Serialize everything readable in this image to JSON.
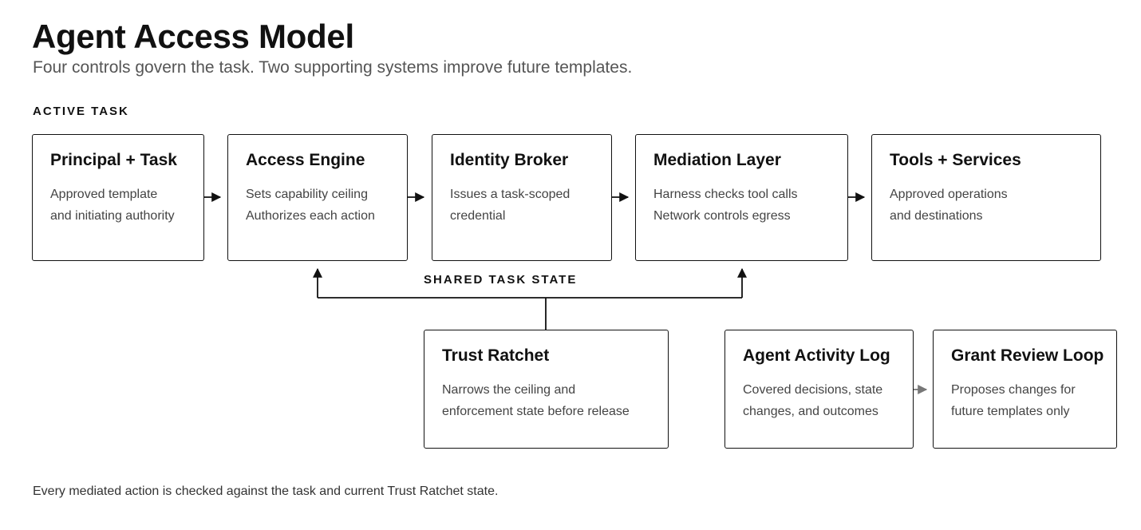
{
  "header": {
    "title": "Agent Access Model",
    "subtitle": "Four controls govern the task. Two supporting systems improve future templates."
  },
  "sections": {
    "active_task": "ACTIVE TASK",
    "shared_task_state": "SHARED TASK STATE"
  },
  "nodes": {
    "principal": {
      "title": "Principal + Task",
      "lines": [
        "Approved template",
        "and initiating authority"
      ]
    },
    "access_engine": {
      "title": "Access Engine",
      "lines": [
        "Sets capability ceiling",
        "Authorizes each action"
      ]
    },
    "identity_broker": {
      "title": "Identity Broker",
      "lines": [
        "Issues a task-scoped",
        "credential"
      ]
    },
    "mediation_layer": {
      "title": "Mediation Layer",
      "lines": [
        "Harness checks tool calls",
        "Network controls egress"
      ]
    },
    "tools_services": {
      "title": "Tools + Services",
      "lines": [
        "Approved operations",
        "and destinations"
      ]
    },
    "trust_ratchet": {
      "title": "Trust Ratchet",
      "lines": [
        "Narrows the ceiling and",
        "enforcement state before release"
      ]
    },
    "activity_log": {
      "title": "Agent Activity Log",
      "lines": [
        "Covered decisions, state",
        "changes, and outcomes"
      ]
    },
    "grant_review": {
      "title": "Grant Review Loop",
      "lines": [
        "Proposes changes for",
        "future templates only"
      ]
    }
  },
  "footer": "Every mediated action is checked against the task and current Trust Ratchet state.",
  "colors": {
    "ink": "#111111",
    "secondary_arrow": "#777777",
    "muted_text": "#555555"
  }
}
